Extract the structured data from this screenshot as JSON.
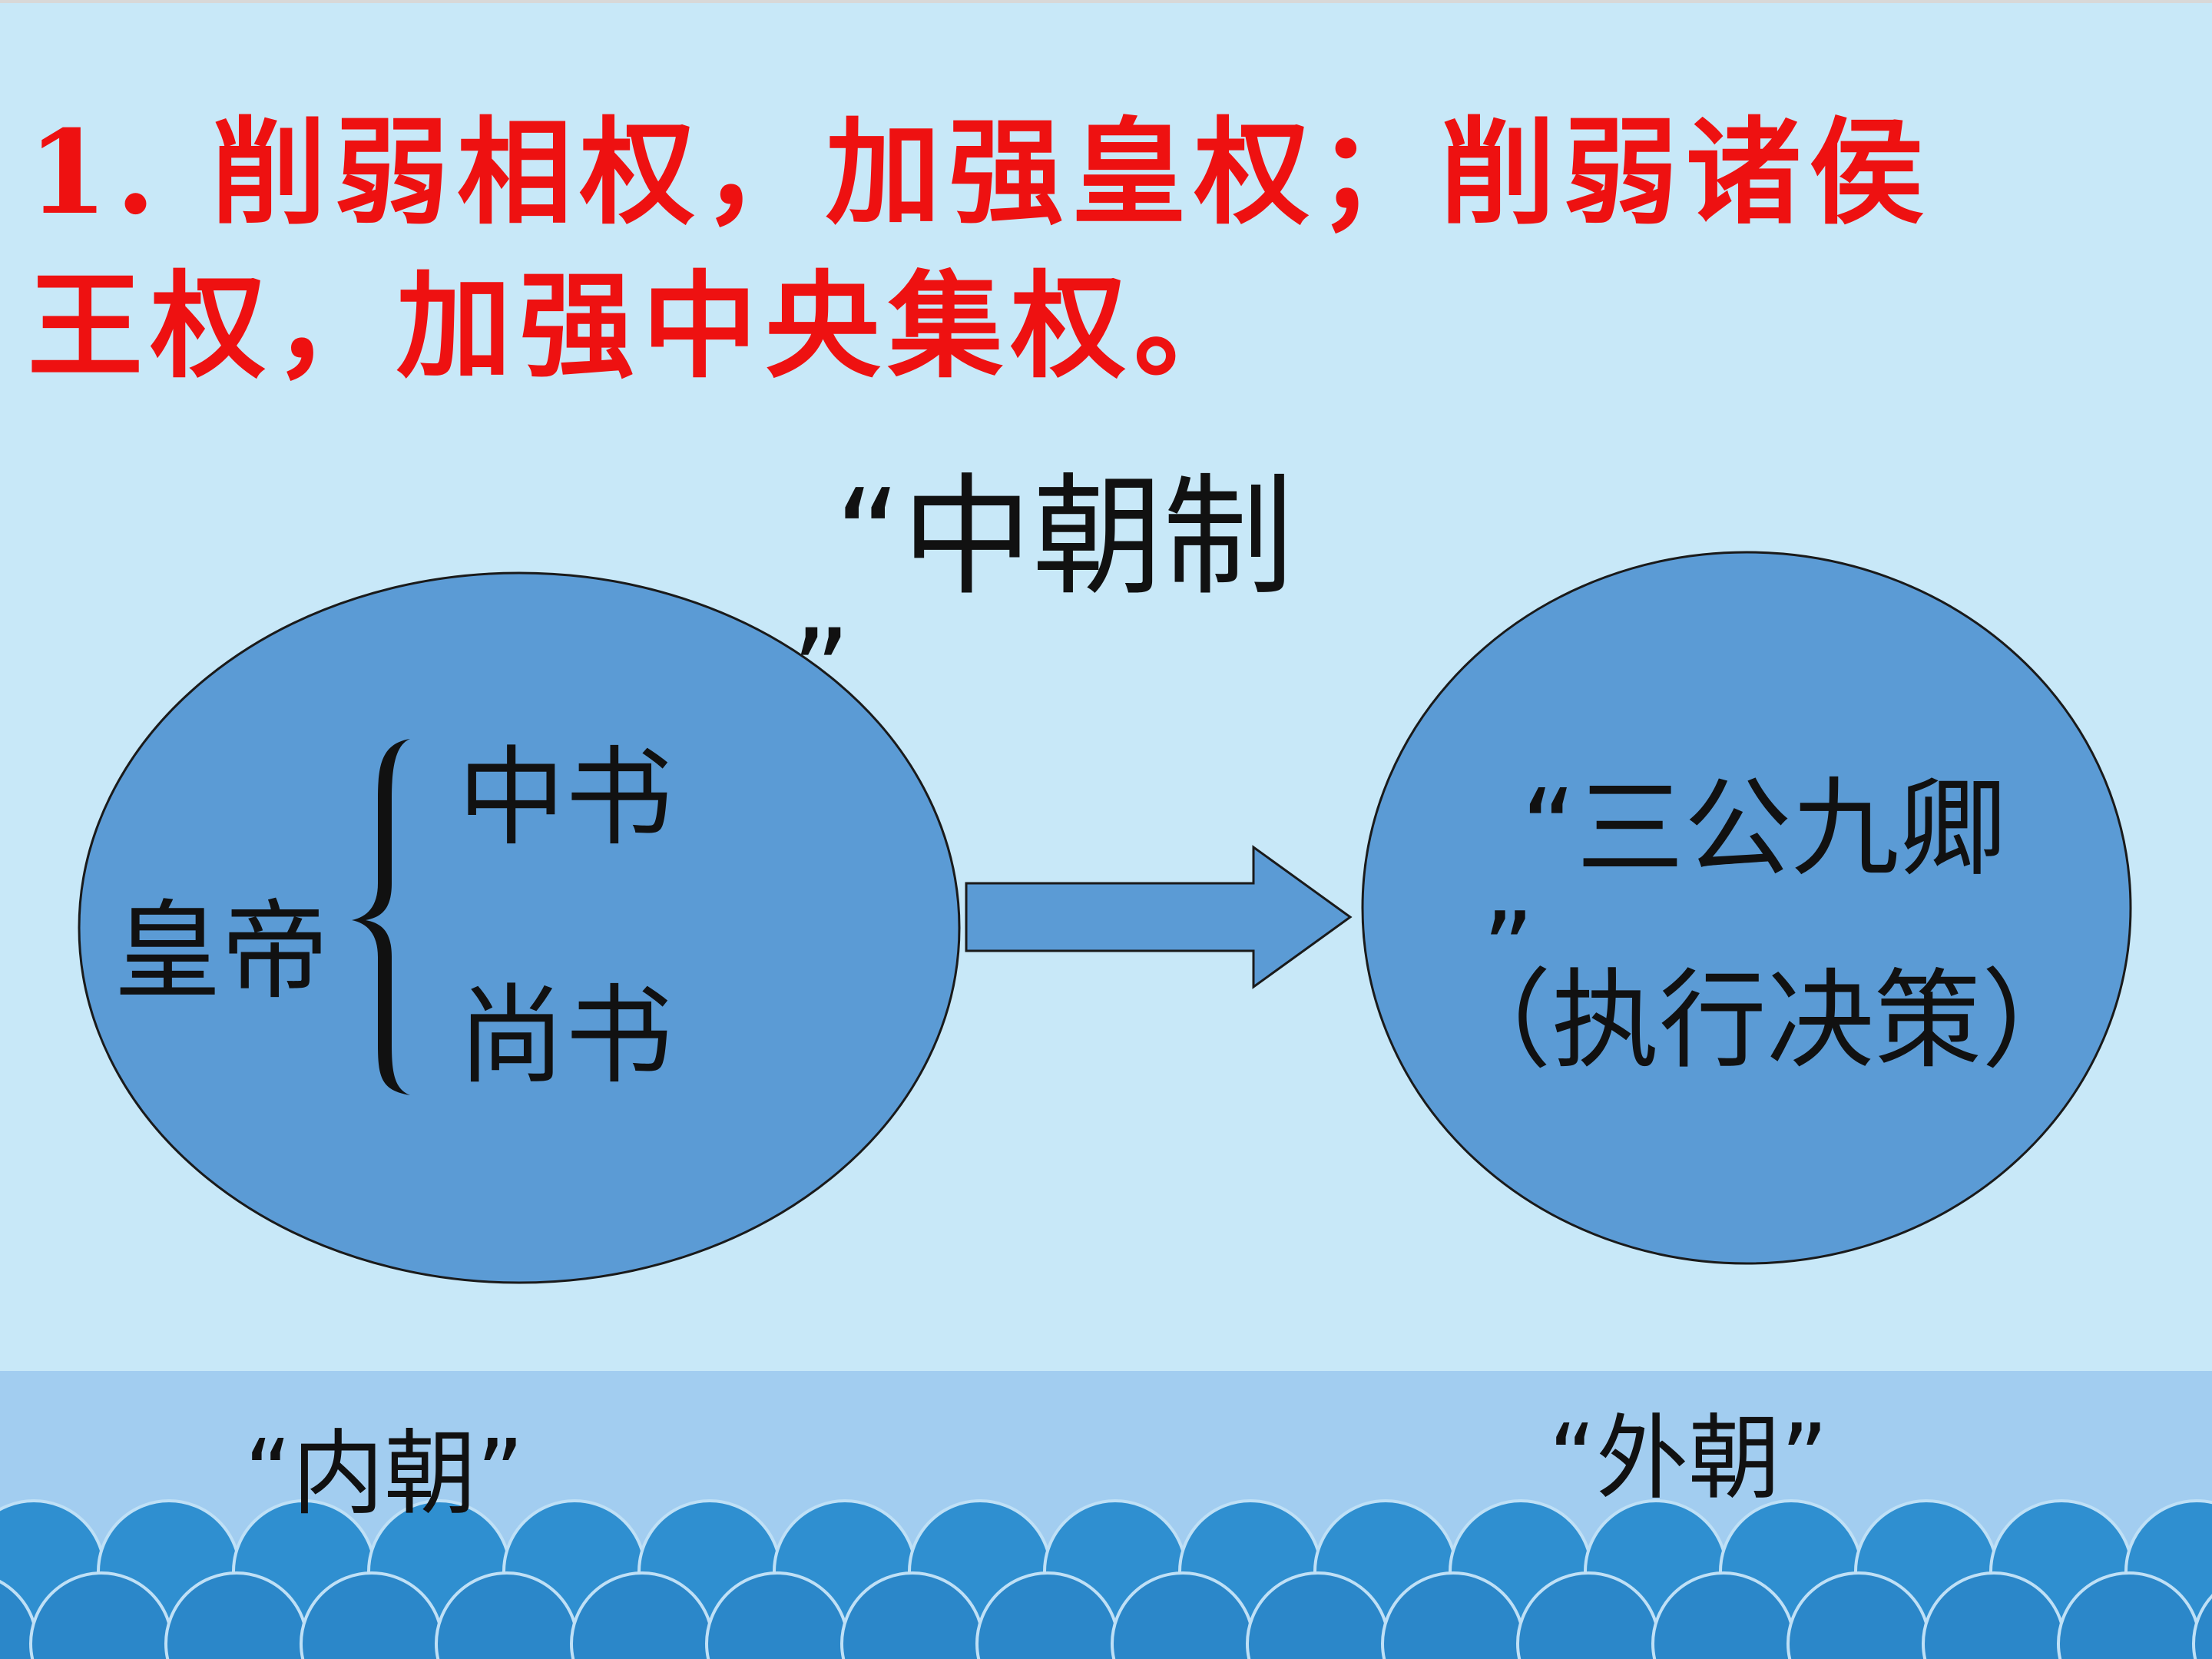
{
  "slide": {
    "heading_line1": "1. 削弱相权，加强皇权；削弱诸侯",
    "heading_line2": "王权，加强中央集权。",
    "inner_court_system": {
      "title_line1": "“中朝制",
      "title_line2": "”",
      "emperor": "皇帝",
      "offices": [
        "中书",
        "尚书"
      ]
    },
    "outer_court_system": {
      "title_line1": "“三公九卿",
      "title_line2": "”",
      "role": "（执行决策）"
    },
    "bottom_labels": {
      "left": "“内朝”",
      "right": "“外朝”"
    }
  },
  "colors": {
    "background": "#c8e8f8",
    "heading": "#ee1111",
    "ellipse_fill": "#5b9bd5",
    "arrow_fill": "#5b9bd5",
    "band": "#a2cdf0",
    "wave_front": "#2b87c9",
    "wave_back": "#2f8fd0"
  }
}
